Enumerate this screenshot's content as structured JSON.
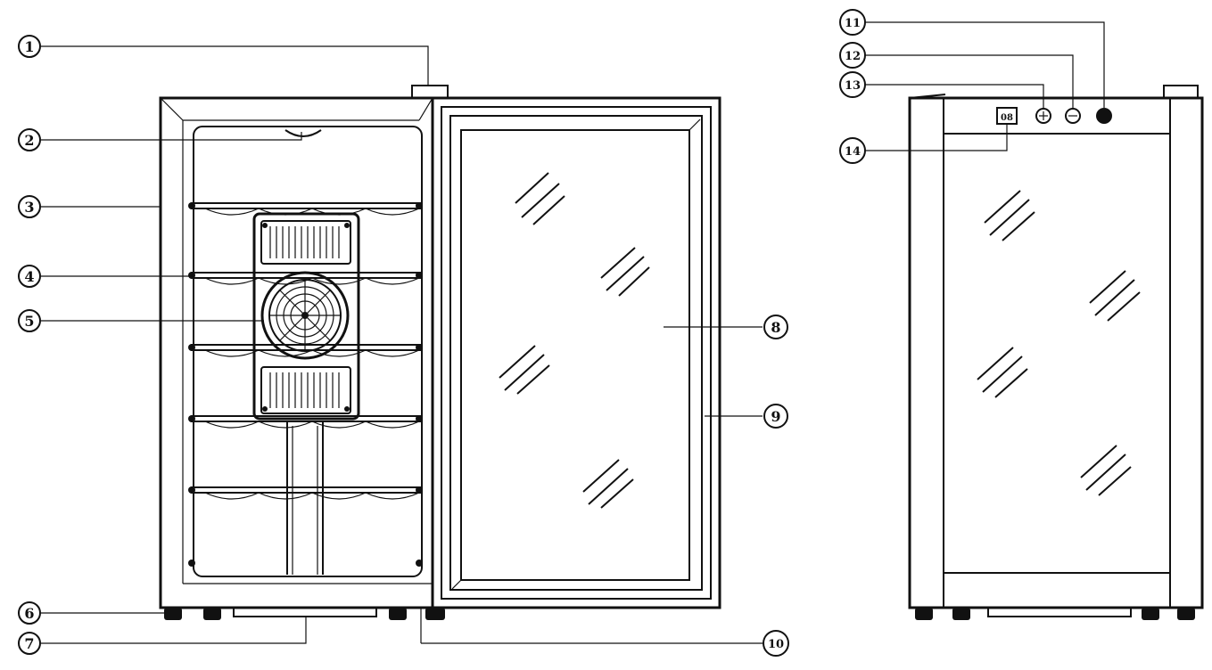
{
  "callouts": [
    {
      "id": "c1",
      "label": "1"
    },
    {
      "id": "c2",
      "label": "2"
    },
    {
      "id": "c3",
      "label": "3"
    },
    {
      "id": "c4",
      "label": "4"
    },
    {
      "id": "c5",
      "label": "5"
    },
    {
      "id": "c6",
      "label": "6"
    },
    {
      "id": "c7",
      "label": "7"
    },
    {
      "id": "c8",
      "label": "8"
    },
    {
      "id": "c9",
      "label": "9"
    },
    {
      "id": "c10",
      "label": "10"
    },
    {
      "id": "c11",
      "label": "11"
    },
    {
      "id": "c12",
      "label": "12"
    },
    {
      "id": "c13",
      "label": "13"
    },
    {
      "id": "c14",
      "label": "14"
    }
  ],
  "display_readout": "08",
  "colors": {
    "line": "#111111",
    "background": "#ffffff"
  },
  "icons": [
    "fan-icon",
    "button-icon",
    "display-icon"
  ]
}
